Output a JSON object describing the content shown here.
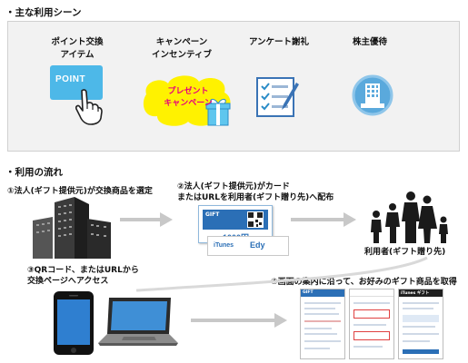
{
  "sections": {
    "scenes_title": "・主な利用シーン",
    "flow_title": "・利用の流れ"
  },
  "scenes": [
    {
      "line1": "ポイント交換",
      "line2": "アイテム",
      "icon": "point-card-icon"
    },
    {
      "line1": "キャンペーン",
      "line2": "インセンティブ",
      "icon": "present-icon"
    },
    {
      "line1": "アンケート謝礼",
      "line2": "",
      "icon": "checklist-icon"
    },
    {
      "line1": "株主優待",
      "line2": "",
      "icon": "company-badge-icon"
    }
  ],
  "illustrations": {
    "point_card": "POINT",
    "present_line1": "プレゼント",
    "present_line2": "キャンペーン",
    "gift_card_title": "GIFT",
    "gift_card_amount": "1000円",
    "brand1": "iTunes",
    "brand2": "Edy",
    "screen1_title": "GIFT",
    "screen3_title": "iTunes ギフト"
  },
  "steps": {
    "step1": "①法人(ギフト提供元)が交換商品を選定",
    "step2_line1": "②法人(ギフト提供元)がカード",
    "step2_line2": "またはURLを利用者(ギフト贈り先)へ配布",
    "step3_line1": "③QRコード、またはURLから",
    "step3_line2": "交換ページへアクセス",
    "step4": "④画面の案内に沿って、お好みのギフト商品を取得",
    "user_label": "利用者(ギフト贈り先)"
  },
  "colors": {
    "point_blue": "#4db8e8",
    "present_yellow": "#fff200",
    "present_text": "#e6007e",
    "card_blue": "#2b6fb6",
    "arrow_gray": "#c8c8c8"
  }
}
